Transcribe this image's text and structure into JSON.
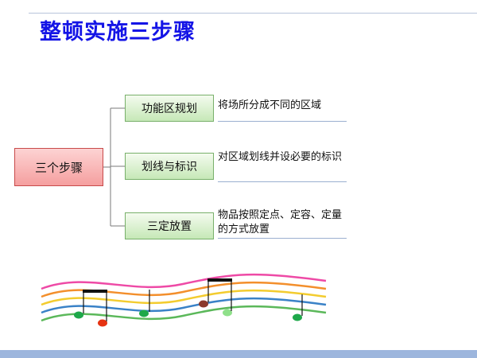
{
  "title": "整顿实施三步骤",
  "diagram": {
    "root": "三个步骤",
    "steps": [
      {
        "label": "功能区规划",
        "description": "将场所分成不同的区域"
      },
      {
        "label": "划线与标识",
        "description": "对区域划线并设必要的标识"
      },
      {
        "label": "三定放置",
        "description": "物品按照定点、定容、定量的方式放置"
      }
    ]
  },
  "decoration": {
    "staff_line_colors": [
      "#ee4aa6",
      "#f38f2c",
      "#f3cc2f",
      "#3a82c7",
      "#5bb85a"
    ],
    "note_colors": [
      "#1ea84a",
      "#e63312",
      "#1ea84a",
      "#8b3a2c",
      "#8fe08a",
      "#1ea84a"
    ]
  }
}
